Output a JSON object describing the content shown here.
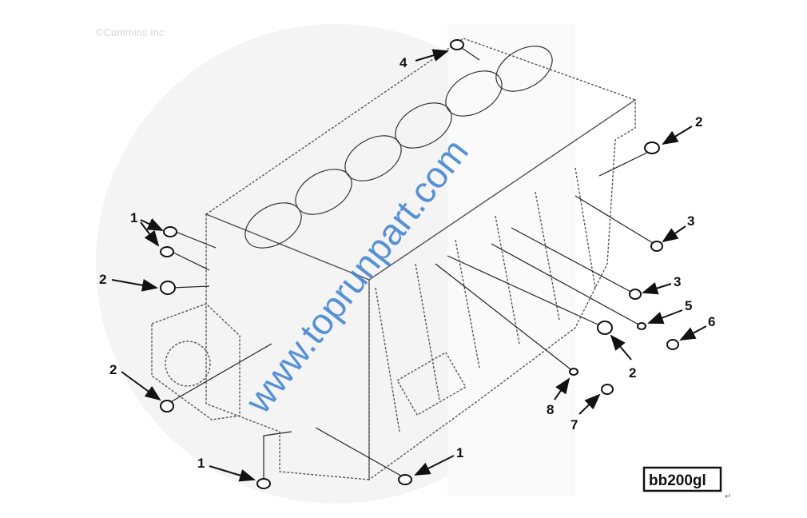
{
  "copyright": "©Cummins Inc",
  "watermark": "www.toprunpart.com",
  "reference_label": "bb200gl",
  "return_mark": "↵",
  "callouts": [
    "4",
    "2",
    "1",
    "2",
    "3",
    "3",
    "5",
    "6",
    "2",
    "8",
    "7",
    "2",
    "1",
    "1"
  ]
}
